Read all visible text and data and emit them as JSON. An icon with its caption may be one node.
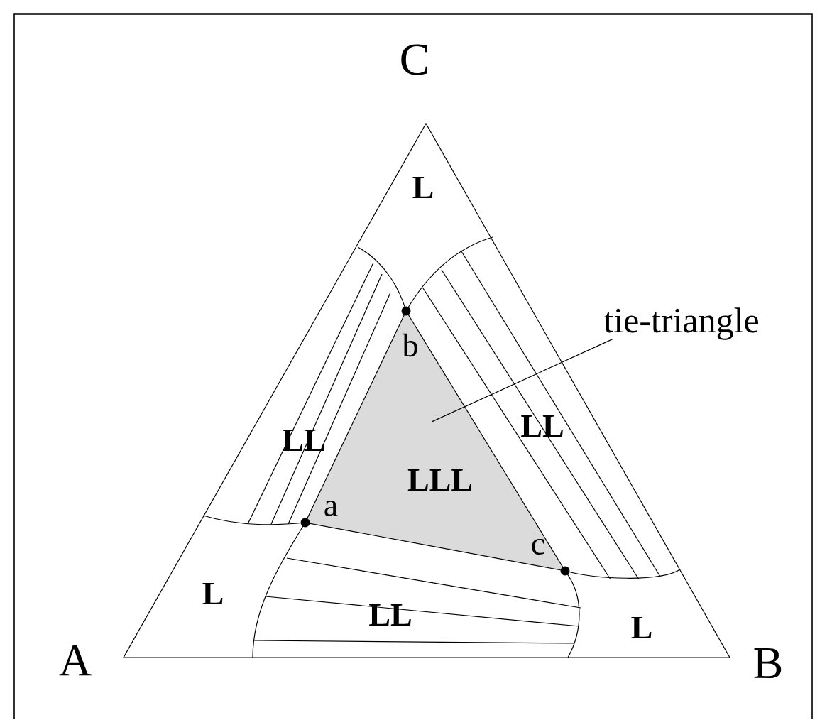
{
  "diagram": {
    "nodes": [
      {
        "text": [
          "tie-triangle"
        ]
      },
      {
        "text": [],
        "shape": "triangle"
      }
    ],
    "edges": [
      {
        "from": 0,
        "to": 1,
        "arrow": "none"
      }
    ],
    "labels": [
      "C",
      "L",
      "b",
      "LL",
      "LLL",
      "LL",
      "a",
      "c",
      "A",
      "L",
      "LL",
      "L",
      "B"
    ]
  }
}
